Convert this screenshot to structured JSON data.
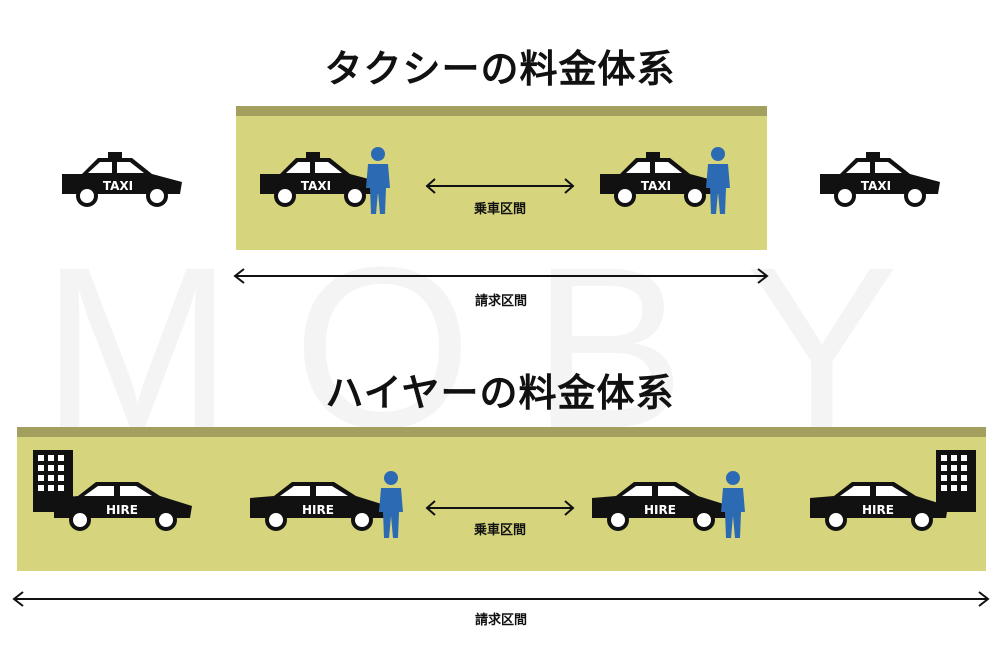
{
  "watermark": "MOBY",
  "taxi_section": {
    "title": "タクシーの料金体系",
    "car_label": "TAXI",
    "ride_label": "乗車区間",
    "billing_label": "請求区間"
  },
  "hire_section": {
    "title": "ハイヤーの料金体系",
    "car_label": "HIRE",
    "ride_label": "乗車区間",
    "billing_label": "請求区間"
  },
  "colors": {
    "band": "#d6d57d",
    "band_top": "#a39f5e",
    "person": "#2c6bb3",
    "vehicle": "#111111"
  }
}
